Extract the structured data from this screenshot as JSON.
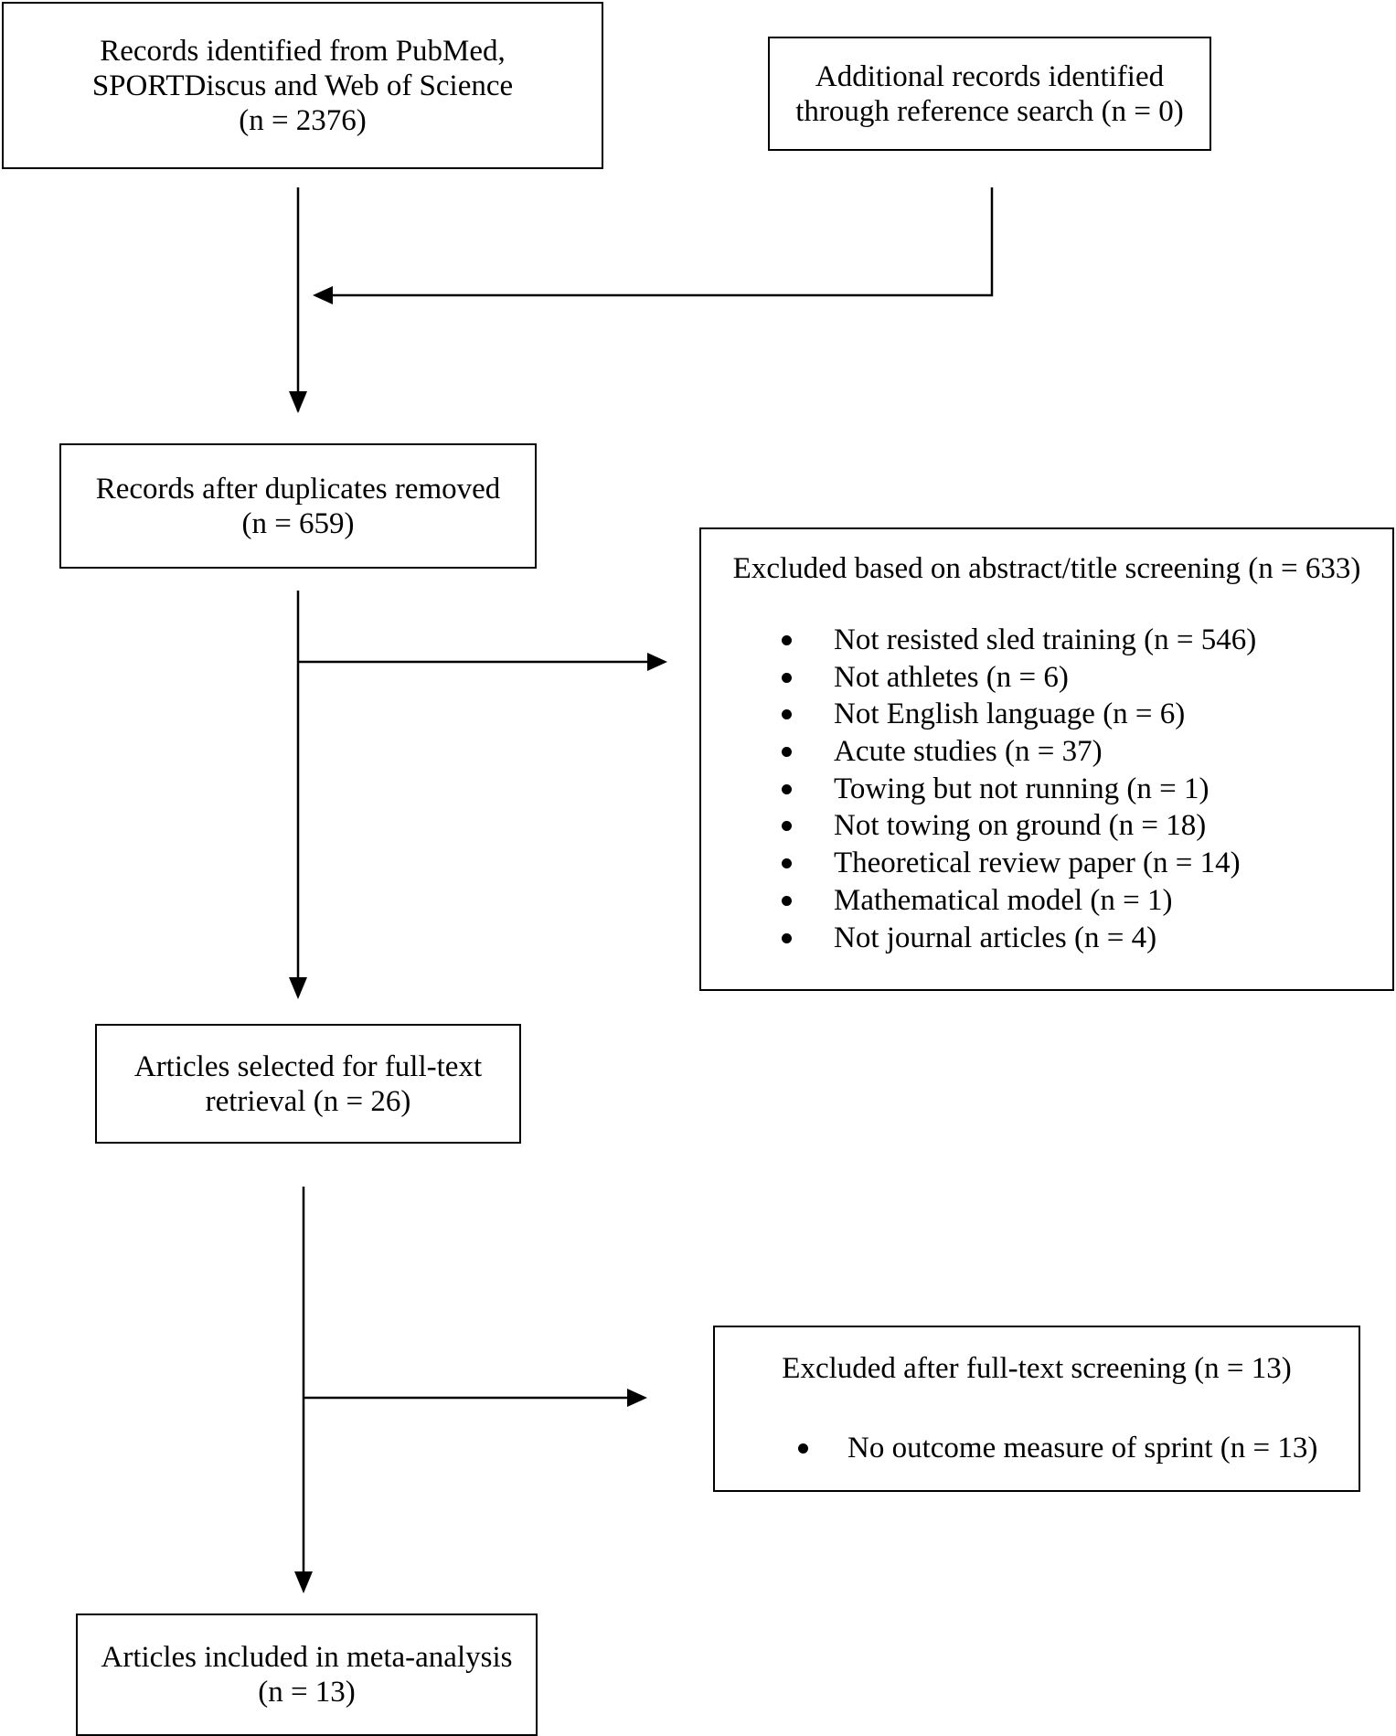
{
  "identification": {
    "database_records": [
      "Records identified from PubMed,",
      "SPORTDiscus and Web of Science",
      "(n = 2376)"
    ],
    "additional_records": [
      "Additional records identified",
      "through reference search (n = 0)"
    ]
  },
  "screening": {
    "after_duplicates": [
      "Records after duplicates removed",
      "(n = 659)"
    ],
    "excluded_abstract": {
      "title": "Excluded based on abstract/title screening (n = 633)",
      "reasons": [
        "Not resisted sled training (n = 546)",
        "Not athletes (n = 6)",
        "Not English language (n = 6)",
        "Acute studies (n = 37)",
        "Towing but not running (n = 1)",
        "Not towing on ground (n = 18)",
        "Theoretical review paper (n = 14)",
        "Mathematical model (n = 1)",
        "Not journal articles (n = 4)"
      ]
    }
  },
  "eligibility": {
    "full_text": [
      "Articles selected for full-text",
      "retrieval (n = 26)"
    ],
    "excluded_full_text": {
      "title": "Excluded after full-text screening (n = 13)",
      "reasons": [
        "No outcome measure of sprint (n = 13)"
      ]
    }
  },
  "included": {
    "meta_analysis": [
      "Articles included in meta-analysis",
      "(n = 13)"
    ]
  }
}
